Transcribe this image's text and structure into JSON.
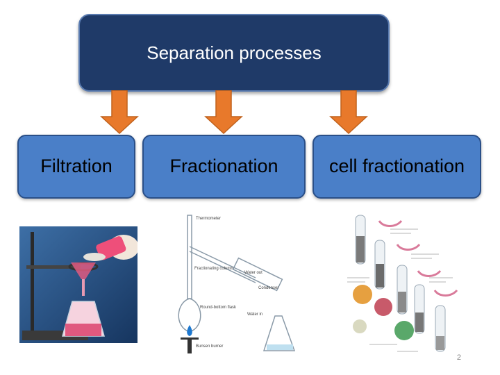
{
  "diagram": {
    "root": {
      "label": "Separation processes"
    },
    "children": [
      {
        "label": "Filtration"
      },
      {
        "label": "Fractionation"
      },
      {
        "label": "cell fractionation"
      }
    ]
  },
  "distillation_labels": {
    "thermometer": "Thermometer",
    "fractionating_column": "Fractionating column",
    "water_out": "Water out",
    "condenser": "Condenser",
    "round_bottom_flask": "Round-bottom flask",
    "water_in": "Water in",
    "bunsen_burner": "Bunsen burner"
  },
  "page_number": "2",
  "colors": {
    "root_fill": "#1f3a68",
    "child_fill": "#4a7fc8",
    "arrow_fill": "#e8792b"
  }
}
